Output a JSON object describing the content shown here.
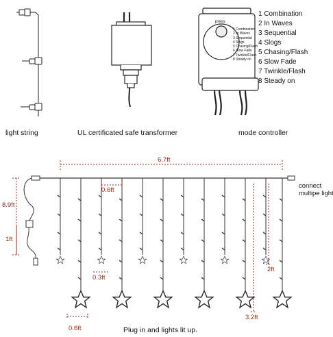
{
  "captions": {
    "light_string": "light string",
    "transformer": "UL certificated safe transformer",
    "controller": "mode controller",
    "plug_in": "Plug in and lights lit up."
  },
  "controller_box": {
    "button_label": "press",
    "modes": [
      "Combination",
      "In Waves",
      "Sequential",
      "Slogs",
      "Chasing/Flash",
      "Slow Fade",
      "Twinkle/Flash",
      "Steady on"
    ]
  },
  "mode_list": [
    "1 Combination",
    "2 In Waves",
    "3 Sequential",
    "4 Slogs",
    "5 Chasing/Flash",
    "6 Slow Fade",
    "7 Twinkle/Flash",
    "8 Steady on"
  ],
  "dimensions": {
    "width": "6.7ft",
    "height": "8.9ft",
    "lead": "1ft",
    "spacing_top": "0.6ft",
    "star_gap": "0.3ft",
    "spacing_bottom": "0.6ft",
    "short_drop": "2ft",
    "long_drop": "3.2ft"
  },
  "connect_note": "connect\nmultipe lights",
  "colors": {
    "dimension": "#c0392b",
    "line": "#222222"
  },
  "icons": [
    "bulb-icon",
    "plug-icon",
    "star-icon",
    "controller-icon"
  ]
}
